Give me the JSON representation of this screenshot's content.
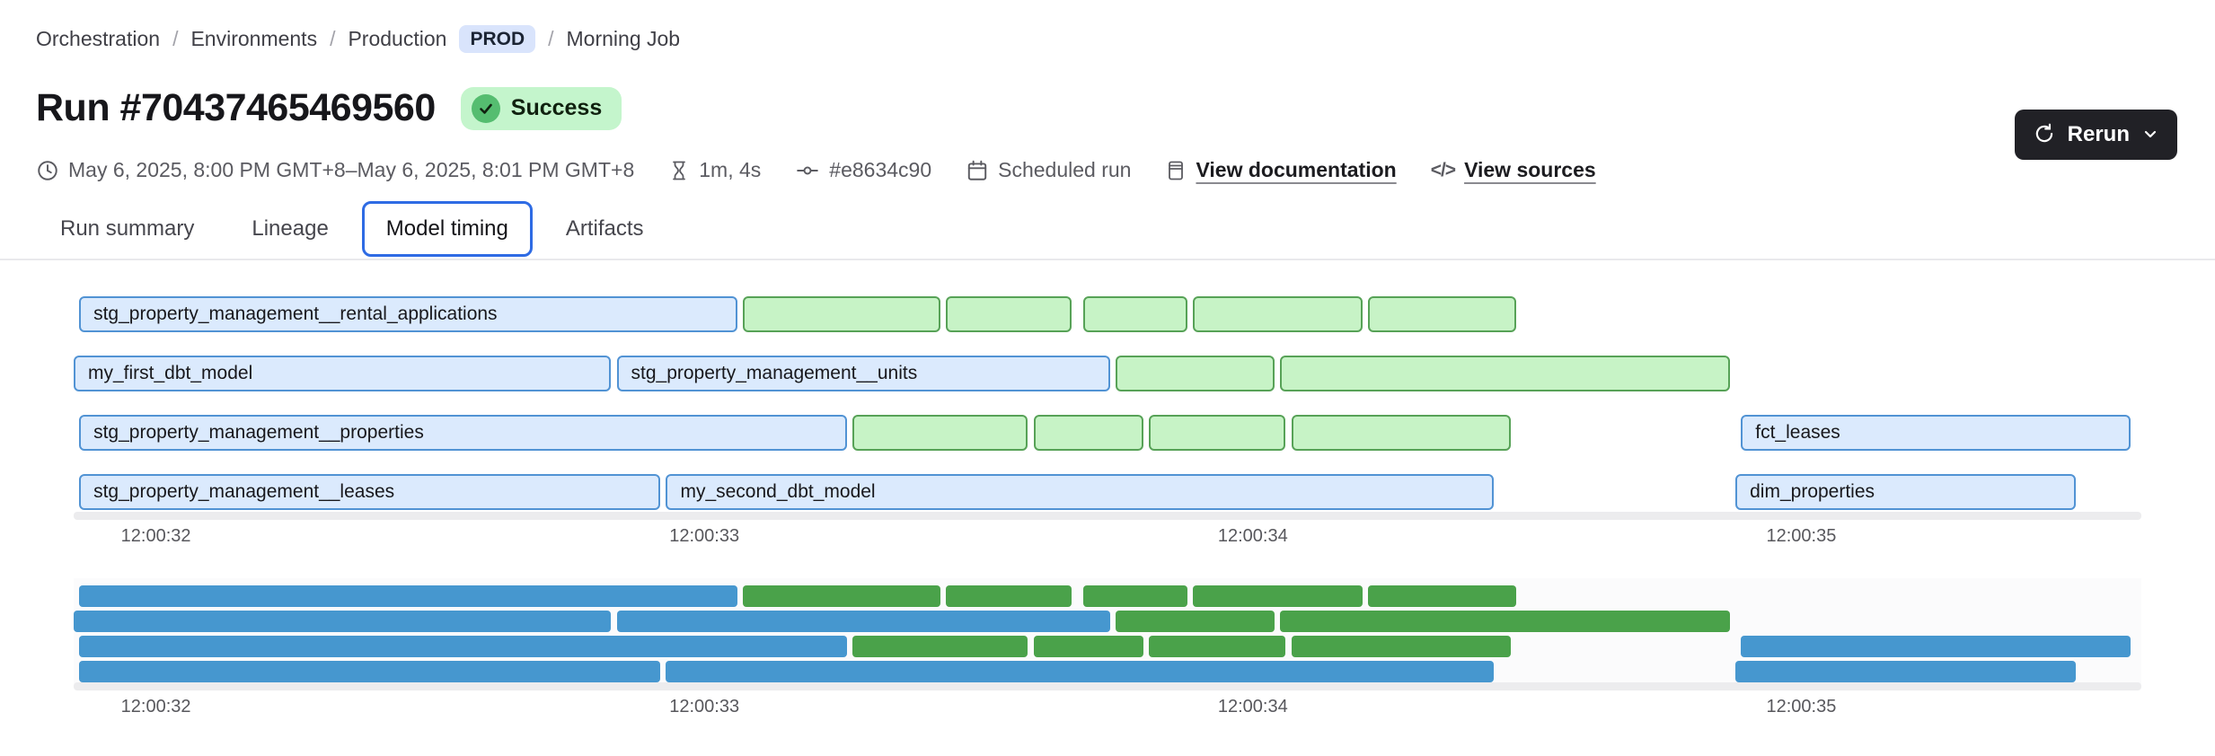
{
  "breadcrumb": {
    "separator": "/",
    "items": [
      "Orchestration",
      "Environments",
      "Production",
      "Morning Job"
    ],
    "env_badge": "PROD"
  },
  "header": {
    "title": "Run #70437465469560",
    "status": "Success"
  },
  "toolbar": {
    "rerun_label": "Rerun"
  },
  "meta": {
    "schedule": "May 6, 2025, 8:00 PM GMT+8–May 6, 2025, 8:01 PM GMT+8",
    "duration": "1m, 4s",
    "commit": "#e8634c90",
    "trigger": "Scheduled run",
    "doc_link": "View documentation",
    "sources_link": "View sources",
    "code_glyph": "</>"
  },
  "tabs": {
    "items": [
      {
        "label": "Run summary",
        "selected": false
      },
      {
        "label": "Lineage",
        "selected": false
      },
      {
        "label": "Model timing",
        "selected": true
      },
      {
        "label": "Artifacts",
        "selected": false
      }
    ]
  },
  "chart_data": {
    "type": "gantt",
    "title": "Model timing",
    "time_domain": [
      31.85,
      35.62
    ],
    "axis_ticks": [
      {
        "t": 32,
        "label": "12:00:32"
      },
      {
        "t": 33,
        "label": "12:00:33"
      },
      {
        "t": 34,
        "label": "12:00:34"
      },
      {
        "t": 35,
        "label": "12:00:35"
      }
    ],
    "colors": {
      "bar_blue_fill": "#dbeafd",
      "bar_blue_border": "#5193d4",
      "bar_green_fill": "#c7f3c6",
      "bar_green_border": "#57a257",
      "minimap_blue": "#4697cf",
      "minimap_green": "#4aa24a"
    },
    "rows": [
      [
        {
          "label": "stg_property_management__rental_applications",
          "color": "blue",
          "start": 31.86,
          "end": 33.06
        },
        {
          "color": "green",
          "start": 33.07,
          "end": 33.43
        },
        {
          "color": "green",
          "start": 33.44,
          "end": 33.67
        },
        {
          "color": "green",
          "start": 33.69,
          "end": 33.88
        },
        {
          "color": "green",
          "start": 33.89,
          "end": 34.2
        },
        {
          "color": "green",
          "start": 34.21,
          "end": 34.48
        }
      ],
      [
        {
          "label": "my_first_dbt_model",
          "color": "blue",
          "start": 31.85,
          "end": 32.83
        },
        {
          "label": "stg_property_management__units",
          "color": "blue",
          "start": 32.84,
          "end": 33.74
        },
        {
          "color": "green",
          "start": 33.75,
          "end": 34.04
        },
        {
          "color": "green",
          "start": 34.05,
          "end": 34.87
        }
      ],
      [
        {
          "label": "stg_property_management__properties",
          "color": "blue",
          "start": 31.86,
          "end": 33.26
        },
        {
          "color": "green",
          "start": 33.27,
          "end": 33.59
        },
        {
          "color": "green",
          "start": 33.6,
          "end": 33.8
        },
        {
          "color": "green",
          "start": 33.81,
          "end": 34.06
        },
        {
          "color": "green",
          "start": 34.07,
          "end": 34.47
        },
        {
          "label": "fct_leases",
          "color": "blue",
          "start": 34.89,
          "end": 35.6
        }
      ],
      [
        {
          "label": "stg_property_management__leases",
          "color": "blue",
          "start": 31.86,
          "end": 32.92
        },
        {
          "label": "my_second_dbt_model",
          "color": "blue",
          "start": 32.93,
          "end": 34.44
        },
        {
          "label": "dim_properties",
          "color": "blue",
          "start": 34.88,
          "end": 35.5
        }
      ]
    ]
  }
}
